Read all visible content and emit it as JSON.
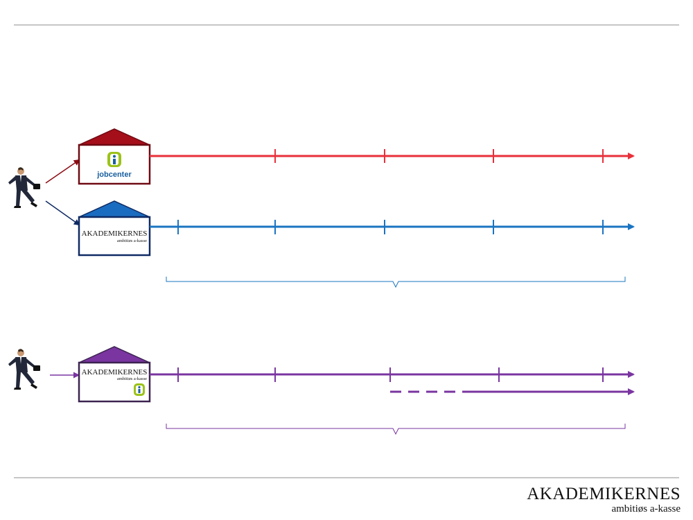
{
  "colors": {
    "red": "#e8303a",
    "dark_red": "#8b0a12",
    "blue": "#1a74c2",
    "navy": "#0f2a63",
    "purple": "#7a35a0",
    "dark_purple": "#3c2350",
    "rule": "#8c8c8c",
    "jobcenter_green": "#9cc21a",
    "jobcenter_blue": "#1a5f9e"
  },
  "houses": {
    "jobcenter": {
      "logo_text": "jobcenter",
      "icon": "jobcenter-i-icon"
    },
    "akademikernes_blue": {
      "brand": "AKADEMIKERNES",
      "tagline": "ambitiøs a-kasse"
    },
    "akademikernes_purple": {
      "brand": "AKADEMIKERNES",
      "tagline": "ambitiøs a-kasse",
      "icon": "jobcenter-i-icon"
    }
  },
  "figures": [
    "businessman-kicking-figure",
    "businessman-kicking-figure"
  ],
  "footer": {
    "brand": "AKADEMIKERNES",
    "tagline": "ambitiøs a-kasse"
  }
}
